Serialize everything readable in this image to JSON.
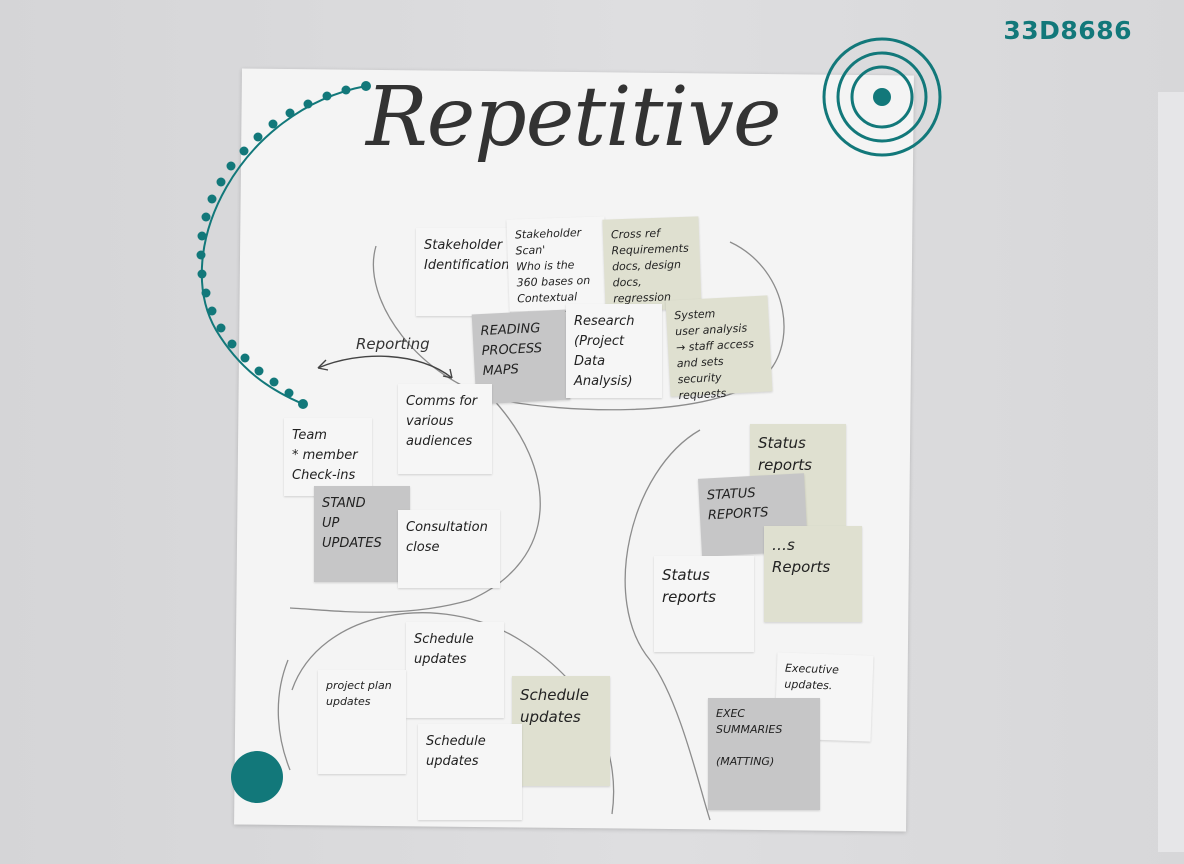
{
  "code": "33D8686",
  "title": "Repetitive",
  "reporting_label": "Reporting",
  "colors": {
    "teal": "#12787a",
    "note_white": "#f6f6f6",
    "note_gray": "#c6c6c7",
    "note_sage": "#dfe0d0"
  },
  "notes": {
    "stakeholder_id": "Stakeholder\nIdentification",
    "stakeholder_scan": "Stakeholder\nScan'\nWho is the\n360 bases on Contextual\nengagement",
    "cross_ref": "Cross ref\nRequirements\ndocs, design\ndocs,\nregression docs.",
    "reading_maps": "READING\nPROCESS\nMAPS",
    "research": "Research\n(Project\nData Analysis)",
    "system": "System\nuser analysis\n→ staff access\nand sets\nsecurity requests",
    "comms": "Comms for\nvarious\naudiences",
    "team_checkins": "Team\n* member\nCheck-ins",
    "standup": "STAND\nUP\nUPDATES",
    "consultation": "Consultation\nclose",
    "status_reports_1": "Status\nreports",
    "status_reports_caps": "STATUS\nREPORTS",
    "status_reports_2": "…s\nReports",
    "status_reports_3": "Status\nreports",
    "schedule_updates_1": "Schedule\nupdates",
    "project_plan": "project plan\nupdates",
    "schedule_updates_2": "Schedule\nupdates",
    "schedule_updates_3": "Schedule\nupdates",
    "executive_updates": "Executive\nupdates.",
    "exec_summaries": "EXEC\nSUMMARIES\n\n(MATTING)"
  }
}
